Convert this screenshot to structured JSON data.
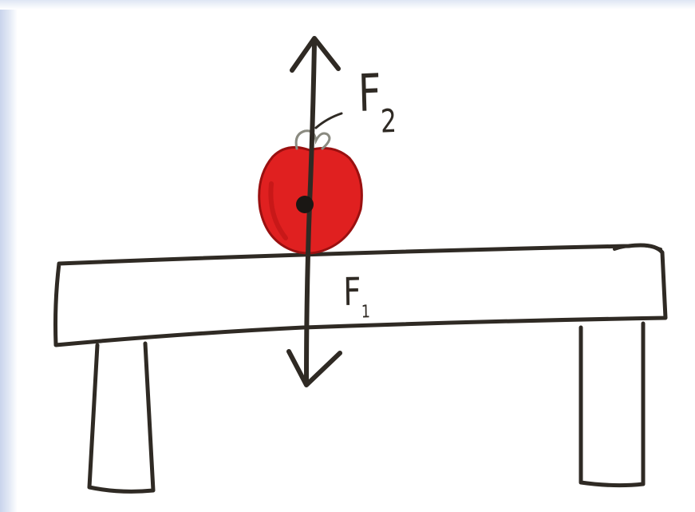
{
  "labels": {
    "upward_force": "F",
    "upward_force_subscript": "2",
    "downward_force": "F",
    "downward_force_subscript": "1"
  },
  "colors": {
    "ink": "#2f2a24",
    "apple": "#e02020",
    "apple_dark": "#b81414",
    "background": "#ffffff",
    "edge_tint": "#c9d4ec"
  }
}
